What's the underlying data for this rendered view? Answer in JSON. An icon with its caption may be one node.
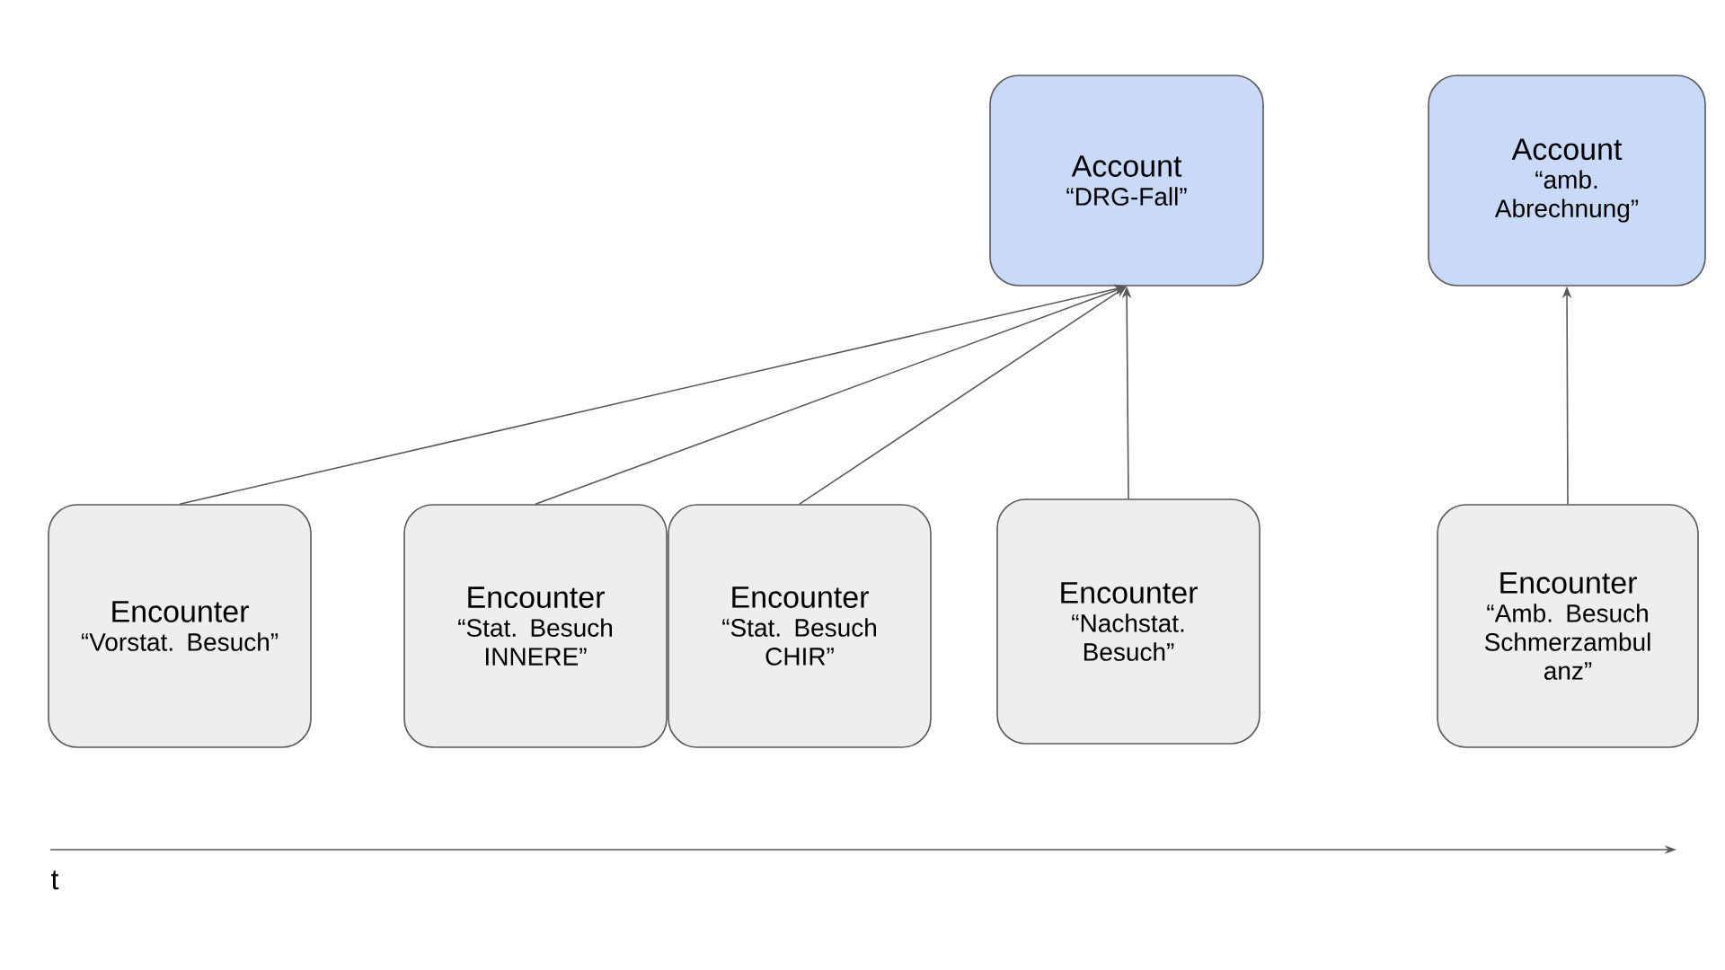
{
  "diagram": {
    "nodes": [
      {
        "text": [
          "Account",
          "“DRG-Fall”"
        ]
      },
      {
        "text": [
          "Account",
          "“amb. Abrechnung”"
        ]
      },
      {
        "text": [
          "Encounter",
          "“Vorstat. Besuch”"
        ]
      },
      {
        "text": [
          "Encounter",
          "“Stat. Besuch INNERE”"
        ]
      },
      {
        "text": [
          "Encounter",
          "“Stat. Besuch CHIR”"
        ]
      },
      {
        "text": [
          "Encounter",
          "“Nachstat. Besuch”"
        ]
      },
      {
        "text": [
          "Encounter",
          "“Amb. Besuch Schmerzambul anz”"
        ]
      }
    ],
    "edges": [
      {
        "from": 2,
        "to": 0,
        "arrow": "to"
      },
      {
        "from": 3,
        "to": 0,
        "arrow": "to"
      },
      {
        "from": 4,
        "to": 0,
        "arrow": "to"
      },
      {
        "from": 5,
        "to": 0,
        "arrow": "to"
      },
      {
        "from": 6,
        "to": 1,
        "arrow": "to"
      }
    ],
    "labels": [
      "t"
    ]
  }
}
